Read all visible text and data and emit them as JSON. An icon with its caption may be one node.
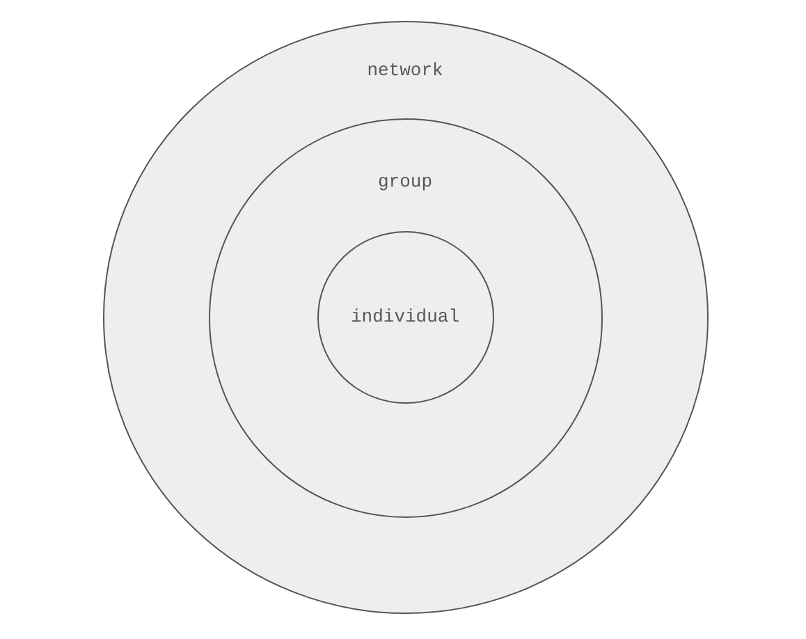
{
  "diagram": {
    "nodes": [
      {
        "text": [
          "network"
        ]
      },
      {
        "text": [
          "group"
        ],
        "in": 0
      },
      {
        "text": [
          "individual"
        ],
        "in": 1
      }
    ]
  }
}
